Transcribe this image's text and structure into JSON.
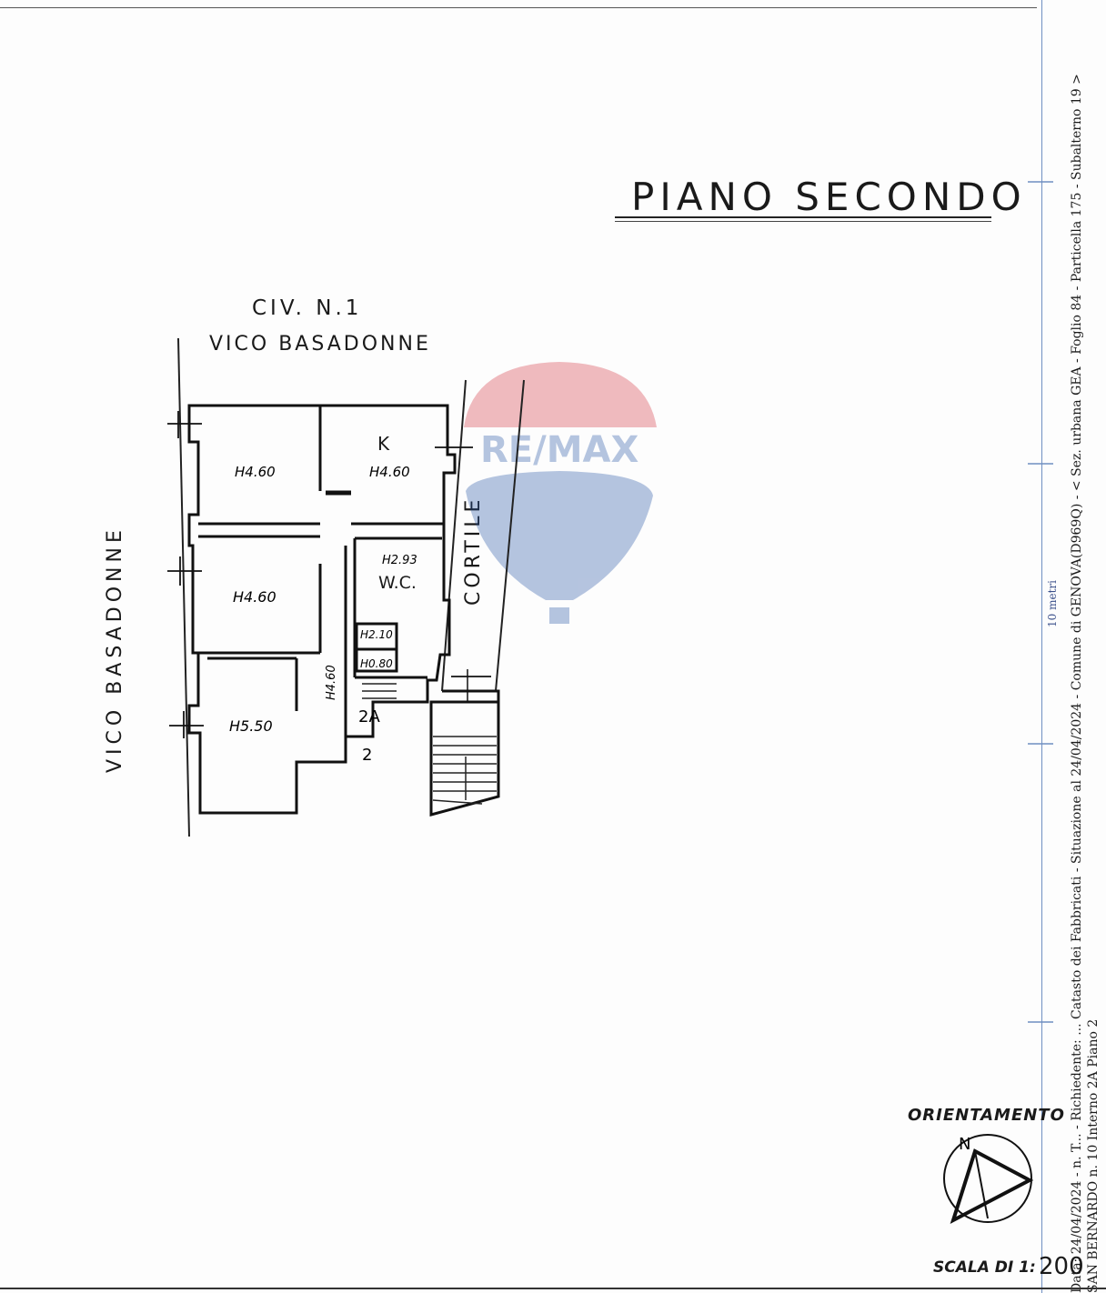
{
  "title": "PIANO SECONDO",
  "street_top": {
    "line1": "CIV. N.1",
    "line2": "VICO BASADONNE"
  },
  "street_left": "VICO BASADONNE",
  "courtyard": "CORTILE",
  "rooms": [
    {
      "id": "room-top-left",
      "height_label": "H4.60"
    },
    {
      "id": "kitchen",
      "letter": "K",
      "height_label": "H4.60"
    },
    {
      "id": "room-middle-left",
      "height_label": "H4.60"
    },
    {
      "id": "wc",
      "letter": "W.C.",
      "height_label": "H2.93"
    },
    {
      "id": "closet",
      "height_label": "H2.10"
    },
    {
      "id": "closet-low",
      "height_label": "H0.80"
    },
    {
      "id": "corridor",
      "height_label": "H4.60"
    },
    {
      "id": "room-bottom-left",
      "height_label": "H5.50"
    }
  ],
  "entrance_labels": [
    "2A",
    "2"
  ],
  "watermark": {
    "text": "RE/MAX",
    "color_red": "#d32f3c",
    "color_blue": "#1e4fa3"
  },
  "orientation": {
    "label": "ORIENTAMENTO",
    "north": "N"
  },
  "scale": {
    "label": "SCALA DI 1:",
    "value": "200"
  },
  "sidebar": {
    "measure": "10 metri",
    "line1": "Data: 24/04/2024 - n. T... - Richiedente: ... Catasto dei Fabbricati - Situazione al 24/04/2024 - Comune di GENOVA(D969Q) - < Sez. urbana GEA - Foglio 84 - Particella 175 - Subalterno 19 >",
    "line2": "SAN BERNARDO n. 10 Interno 2A Piano 2"
  }
}
